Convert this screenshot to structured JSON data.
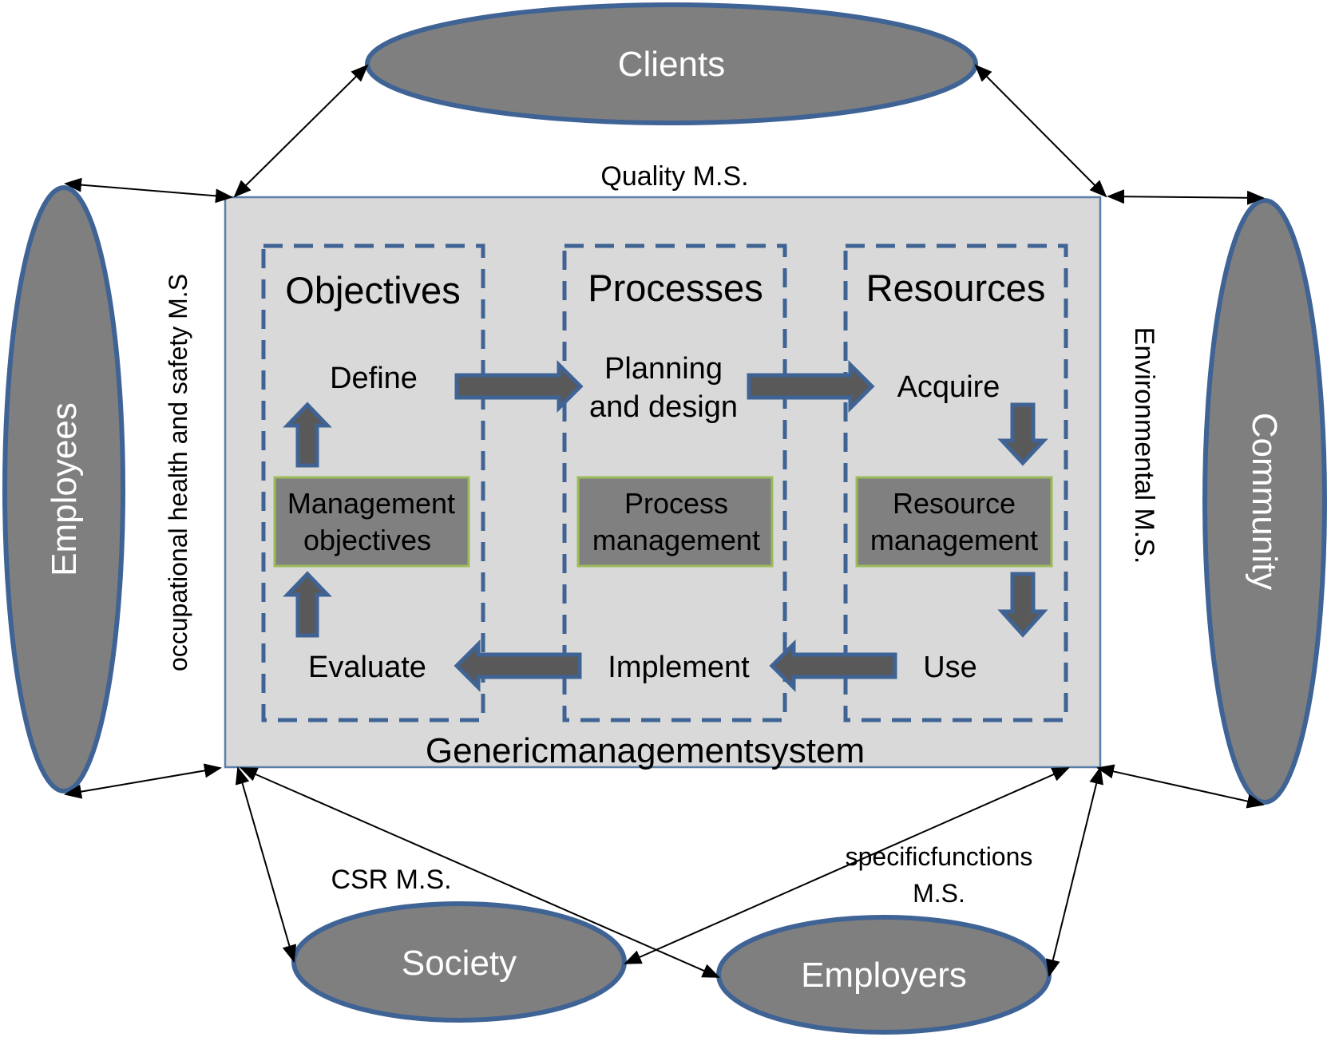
{
  "diagram": {
    "title": "Genericmanagementsystem",
    "colors": {
      "stakeholder_fill": "#7f7f7f",
      "stakeholder_border": "#3f6394",
      "system_fill": "#d9d9d9",
      "system_border": "#5b7fa8",
      "dashed_border": "#3f6394",
      "mgmt_box_fill": "#808080",
      "mgmt_box_border": "#9bbb59",
      "block_arrow_outline": "#3f6394",
      "block_arrow_fill": "#595959",
      "connector": "#000000"
    },
    "stakeholders": {
      "clients": "Clients",
      "employees": "Employees",
      "community": "Community",
      "society": "Society",
      "employers": "Employers"
    },
    "ms_labels": {
      "quality": "Quality M.S.",
      "ohs": "occupational health and safety M.S",
      "environmental": "Environmental M.S.",
      "csr": "CSR M.S.",
      "specific_line1": "specificfunctions",
      "specific_line2": "M.S."
    },
    "columns": [
      {
        "heading": "Objectives",
        "top_step": "Define",
        "management_line1": "Management",
        "management_line2": "objectives",
        "bottom_step": "Evaluate"
      },
      {
        "heading": "Processes",
        "top_step_line1": "Planning",
        "top_step_line2": "and design",
        "management_line1": "Process",
        "management_line2": "management",
        "bottom_step": "Implement"
      },
      {
        "heading": "Resources",
        "top_step": "Acquire",
        "management_line1": "Resource",
        "management_line2": "management",
        "bottom_step": "Use"
      }
    ]
  }
}
